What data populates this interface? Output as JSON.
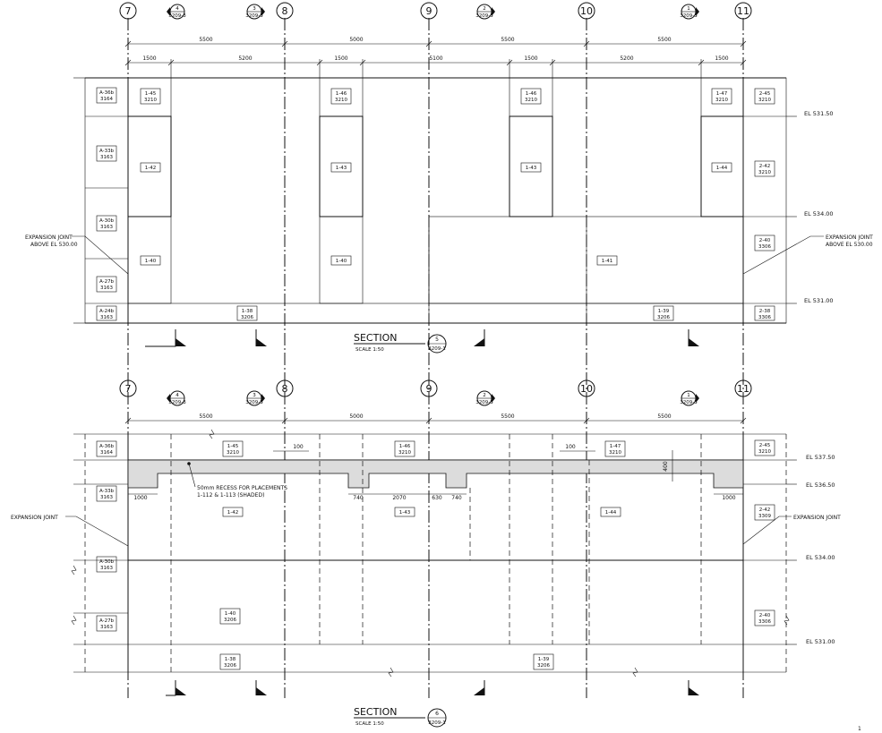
{
  "gridlines": [
    "7",
    "8",
    "9",
    "10",
    "11"
  ],
  "section_refs": {
    "top": [
      {
        "num": "4",
        "sheet": "3209-3"
      },
      {
        "num": "3",
        "sheet": "3209-3"
      },
      {
        "num": "2",
        "sheet": "3209-3"
      },
      {
        "num": "1",
        "sheet": "3209-3"
      }
    ],
    "bottom": [
      {
        "num": "4",
        "sheet": "3209-3"
      },
      {
        "num": "3",
        "sheet": "3209-3"
      },
      {
        "num": "2",
        "sheet": "3209-3"
      },
      {
        "num": "1",
        "sheet": "3209-3"
      }
    ]
  },
  "top_section": {
    "title": "SECTION",
    "scale": "SCALE 1:50",
    "num": "5",
    "sheet": "3209-1",
    "dims_overall": [
      "5500",
      "5000",
      "5500",
      "5500"
    ],
    "dims_detail": [
      "1500",
      "5200",
      "1500",
      "5100",
      "1500",
      "5200",
      "1500"
    ],
    "elevations": [
      "EL 531.50",
      "EL 534.00",
      "EL 531.00"
    ],
    "notes": {
      "left": [
        "EXPANSION JOINT",
        "ABOVE EL 530.00"
      ],
      "right": [
        "EXPANSION JOINT",
        "ABOVE EL 530.00"
      ]
    },
    "tags_left": [
      [
        "A-36b",
        "3164"
      ],
      [
        "A-33b",
        "3163"
      ],
      [
        "A-30b",
        "3163"
      ],
      [
        "A-27b",
        "3163"
      ],
      [
        "A-24b",
        "3163"
      ]
    ],
    "tags_right": [
      [
        "2-45",
        "3210"
      ],
      [
        "2-42",
        "3210"
      ],
      [
        "2-40",
        "3306"
      ],
      [
        "2-38",
        "3306"
      ]
    ],
    "tags_inner": [
      [
        "1-45",
        "3210"
      ],
      [
        "1-42"
      ],
      [
        "1-40"
      ],
      [
        "1-46",
        "3210"
      ],
      [
        "1-43"
      ],
      [
        "1-40"
      ],
      [
        "1-46",
        "3210"
      ],
      [
        "1-43"
      ],
      [
        "1-41"
      ],
      [
        "1-47",
        "3210"
      ],
      [
        "1-44"
      ],
      [
        "1-38",
        "3206"
      ],
      [
        "1-39",
        "3206"
      ]
    ]
  },
  "bottom_section": {
    "title": "SECTION",
    "scale": "SCALE 1:50",
    "num": "6",
    "sheet": "3209-1",
    "dims_overall": [
      "5500",
      "5000",
      "5500",
      "5500"
    ],
    "dims_local": [
      "100",
      "100",
      "1000",
      "740",
      "2070",
      "630",
      "740",
      "1000",
      "400"
    ],
    "elevations": [
      "EL 537.50",
      "EL 536.50",
      "EL 534.00",
      "EL 531.00"
    ],
    "notes": {
      "left": "EXPANSION JOINT",
      "right": "EXPANSION JOINT",
      "recess": [
        "50mm RECESS FOR PLACEMENTS",
        "1-112 & 1-113 (SHADED)"
      ]
    },
    "tags_left": [
      [
        "A-36b",
        "3164"
      ],
      [
        "A-33b",
        "3163"
      ],
      [
        "A-30b",
        "3163"
      ],
      [
        "A-27b",
        "3163"
      ]
    ],
    "tags_right": [
      [
        "2-45",
        "3210"
      ],
      [
        "2-42",
        "3309"
      ],
      [
        "2-40",
        "3306"
      ]
    ],
    "tags_inner": [
      [
        "1-45",
        "3210"
      ],
      [
        "1-46",
        "3210"
      ],
      [
        "1-47",
        "3210"
      ],
      [
        "1-42"
      ],
      [
        "1-43"
      ],
      [
        "1-44"
      ],
      [
        "1-40",
        "3206"
      ],
      [
        "1-38",
        "3206"
      ],
      [
        "1-39",
        "3206"
      ]
    ]
  },
  "margin_mark": "1"
}
